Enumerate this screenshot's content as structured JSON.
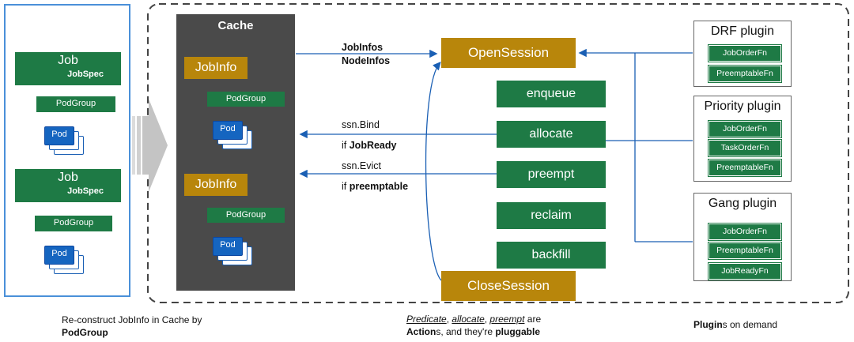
{
  "left": {
    "job1": {
      "title": "Job",
      "spec": "JobSpec",
      "podgroup": "PodGroup",
      "pod": "Pod"
    },
    "job2": {
      "title": "Job",
      "spec": "JobSpec",
      "podgroup": "PodGroup",
      "pod": "Pod"
    },
    "caption_line1": "Re-construct JobInfo in Cache by",
    "caption_line2": "PodGroup"
  },
  "cache": {
    "title": "Cache",
    "jobinfo1": {
      "label": "JobInfo",
      "podgroup": "PodGroup",
      "pod": "Pod"
    },
    "jobinfo2": {
      "label": "JobInfo",
      "podgroup": "PodGroup",
      "pod": "Pod"
    }
  },
  "flows": {
    "to_open_line1": "JobInfos",
    "to_open_line2": "NodeInfos",
    "bind_label": "ssn.Bind",
    "bind_cond_prefix": "if ",
    "bind_cond": "JobReady",
    "evict_label": "ssn.Evict",
    "evict_cond_prefix": "if ",
    "evict_cond": "preemptable"
  },
  "session": {
    "open": "OpenSession",
    "close": "CloseSession",
    "actions": [
      "enqueue",
      "allocate",
      "preempt",
      "reclaim",
      "backfill"
    ]
  },
  "center_caption": {
    "w1": "Predicate",
    "s1": ", ",
    "w2": "allocate",
    "s2": ", ",
    "w3": "preempt",
    "s3": " are",
    "w4": "Action",
    "s4": "s, and they're ",
    "w5": "pluggable"
  },
  "plugins": {
    "drf": {
      "title": "DRF plugin",
      "fns": [
        "JobOrderFn",
        "PreemptableFn"
      ]
    },
    "priority": {
      "title": "Priority plugin",
      "fns": [
        "JobOrderFn",
        "TaskOrderFn",
        "PreemptableFn"
      ]
    },
    "gang": {
      "title": "Gang plugin",
      "fns": [
        "JobOrderFn",
        "PreemptableFn",
        "JobReadyFn"
      ]
    },
    "caption_bold": "Plugin",
    "caption_rest": "s on demand"
  },
  "colors": {
    "green": "#1e7a45",
    "gold": "#b8860b",
    "blue": "#1565c0",
    "cache_bg": "#4a4a4a",
    "border_blue": "#4a90d9"
  }
}
